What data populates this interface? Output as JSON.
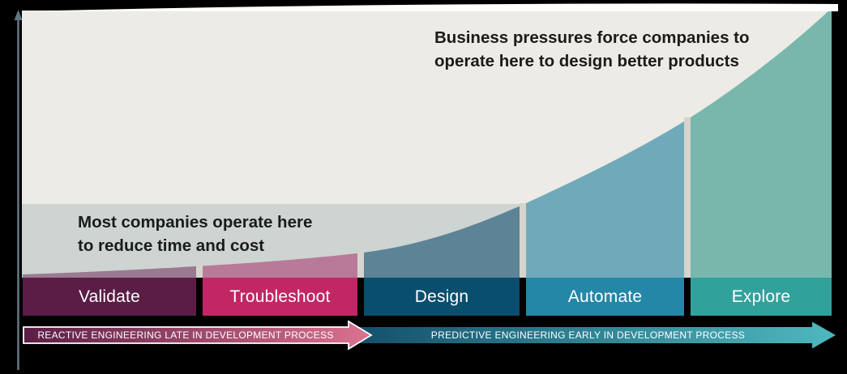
{
  "annotations": {
    "business_pressures": {
      "line1": "Business pressures force companies to",
      "line2": "operate here to design better products"
    },
    "most_companies": {
      "line1": "Most companies operate here",
      "line2": "to reduce time and cost"
    }
  },
  "stages": [
    {
      "label": "Validate",
      "bar_color": "#5B1D46",
      "fill_color": "#9A7A90"
    },
    {
      "label": "Troubleshoot",
      "bar_color": "#C12765",
      "fill_color": "#B87A98"
    },
    {
      "label": "Design",
      "bar_color": "#0A4E6E",
      "fill_color": "#5D8396"
    },
    {
      "label": "Automate",
      "bar_color": "#2487A7",
      "fill_color": "#70AABA"
    },
    {
      "label": "Explore",
      "bar_color": "#31A19B",
      "fill_color": "#79B7AD"
    }
  ],
  "arrows": {
    "reactive": {
      "label": "REACTIVE ENGINEERING LATE IN DEVELOPMENT PROCESS",
      "gradient_start": "#5A1D45",
      "gradient_end": "#DB7390"
    },
    "predictive": {
      "label": "PREDICTIVE ENGINEERING EARLY IN DEVELOPMENT PROCESS",
      "gradient_start": "#14506B",
      "gradient_end": "#4FB8BF"
    }
  },
  "colors": {
    "background_panel": "#ECEBE5",
    "most_companies_band": "#CED4D1",
    "divider": "#D5D5CD",
    "axis": "#5F7582",
    "top_edge_highlight": "#FFFFFF",
    "page_background": "#000000",
    "annotation_text": "#1B1B1B",
    "bar_text": "#FFFFFF"
  }
}
